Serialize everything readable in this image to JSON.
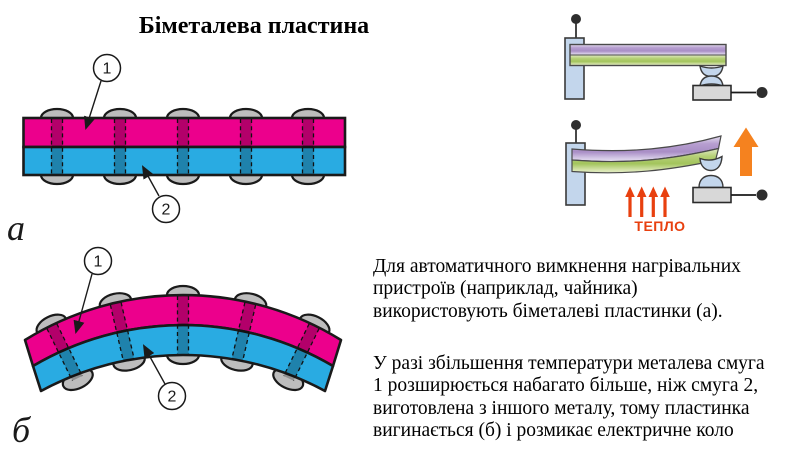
{
  "title": "Біметалева пластина",
  "diagram_a": {
    "label": "а",
    "callout_1": "1",
    "callout_2": "2"
  },
  "diagram_b": {
    "label": "б",
    "callout_1": "1",
    "callout_2": "2"
  },
  "plate": {
    "layer1_color": "#EC008C",
    "layer2_color": "#29ABE2",
    "rivet_color": "#BDBDBD"
  },
  "circuit": {
    "heat_label": "ТЕПЛО",
    "heat_color": "#E8400F",
    "motion_arrow_color": "#F5821F",
    "strip_top_color": "#AB90C5",
    "strip_bottom_color": "#A9C95E",
    "support_color": "#C3D6EC"
  },
  "text": {
    "p1_lines": [
      "Для автоматичного вимкнення нагрівальних",
      "пристроїв (наприклад, чайника)",
      "використовують біметалеві пластинки (а)."
    ],
    "p2_lines": [
      "У разі збільшення температури металева смуга",
      "1 розширюється набагато більше, ніж смуга 2,",
      "виготовлена з іншого металу, тому пластинка",
      "вигинається (б) і розмикає електричне коло"
    ]
  }
}
